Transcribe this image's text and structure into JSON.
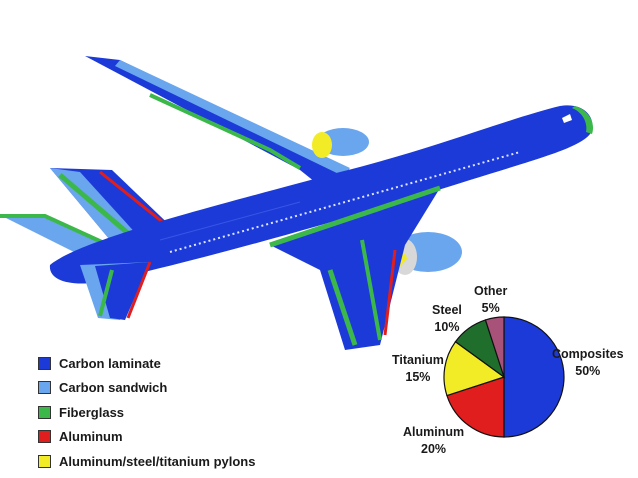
{
  "legend": [
    {
      "label": "Carbon laminate",
      "color": "#1c3ad8"
    },
    {
      "label": "Carbon sandwich",
      "color": "#6aa6ee"
    },
    {
      "label": "Fiberglass",
      "color": "#3cb84a"
    },
    {
      "label": "Aluminum",
      "color": "#e01e1e"
    },
    {
      "label": "Aluminum/steel/titanium pylons",
      "color": "#f2ec27"
    }
  ],
  "chart_data": {
    "type": "pie",
    "title": "",
    "slices": [
      {
        "name": "Composites",
        "value": 50,
        "pct_label": "50%",
        "color": "#1c3ad8"
      },
      {
        "name": "Aluminum",
        "value": 20,
        "pct_label": "20%",
        "color": "#e01e1e"
      },
      {
        "name": "Titanium",
        "value": 15,
        "pct_label": "15%",
        "color": "#f2ec27"
      },
      {
        "name": "Steel",
        "value": 10,
        "pct_label": "10%",
        "color": "#1f6e2b"
      },
      {
        "name": "Other",
        "value": 5,
        "pct_label": "5%",
        "color": "#a8527a"
      }
    ]
  }
}
